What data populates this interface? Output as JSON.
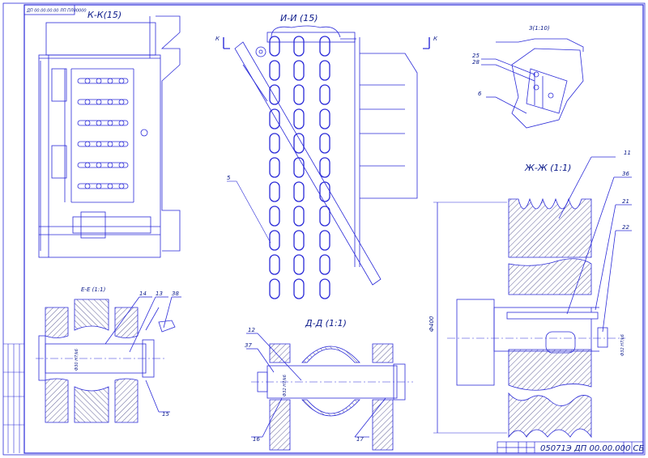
{
  "drawing": {
    "stamp_code": "05071Э ДП 00.00.000 СБ",
    "corner_code": "ДП 00.00.00.00 ЛП ПЛ00000"
  },
  "views": {
    "kk": {
      "title": "К-К(15)"
    },
    "ii": {
      "title": "И-И (15)",
      "cut_left": "К",
      "cut_right": "К"
    },
    "z": {
      "title": "З(1:10)"
    },
    "zh": {
      "title": "Ж-Ж (1:1)"
    },
    "ee": {
      "title": "Е-Е (1:1)"
    },
    "dd": {
      "title": "Д-Д (1:1)"
    }
  },
  "callouts": {
    "n5": "5",
    "n11": "11",
    "n36": "36",
    "n21": "21",
    "n22": "22",
    "n25": "25",
    "n28": "28",
    "n6": "6",
    "n14": "14",
    "n13": "13",
    "n38": "38",
    "n15": "15",
    "n12": "12",
    "n37": "37",
    "n16": "16",
    "n17": "17"
  },
  "dimensions": {
    "zh_vertical": "Ф400",
    "zh_fit": "Ф32 H7/k6",
    "ee_fit": "Ф30 H7/k6",
    "dd_fit": "Ф32 H7/k6"
  },
  "colors": {
    "line": "#2a2ad8",
    "hatch": "#1a1a6a",
    "text": "#0b1a8a"
  }
}
